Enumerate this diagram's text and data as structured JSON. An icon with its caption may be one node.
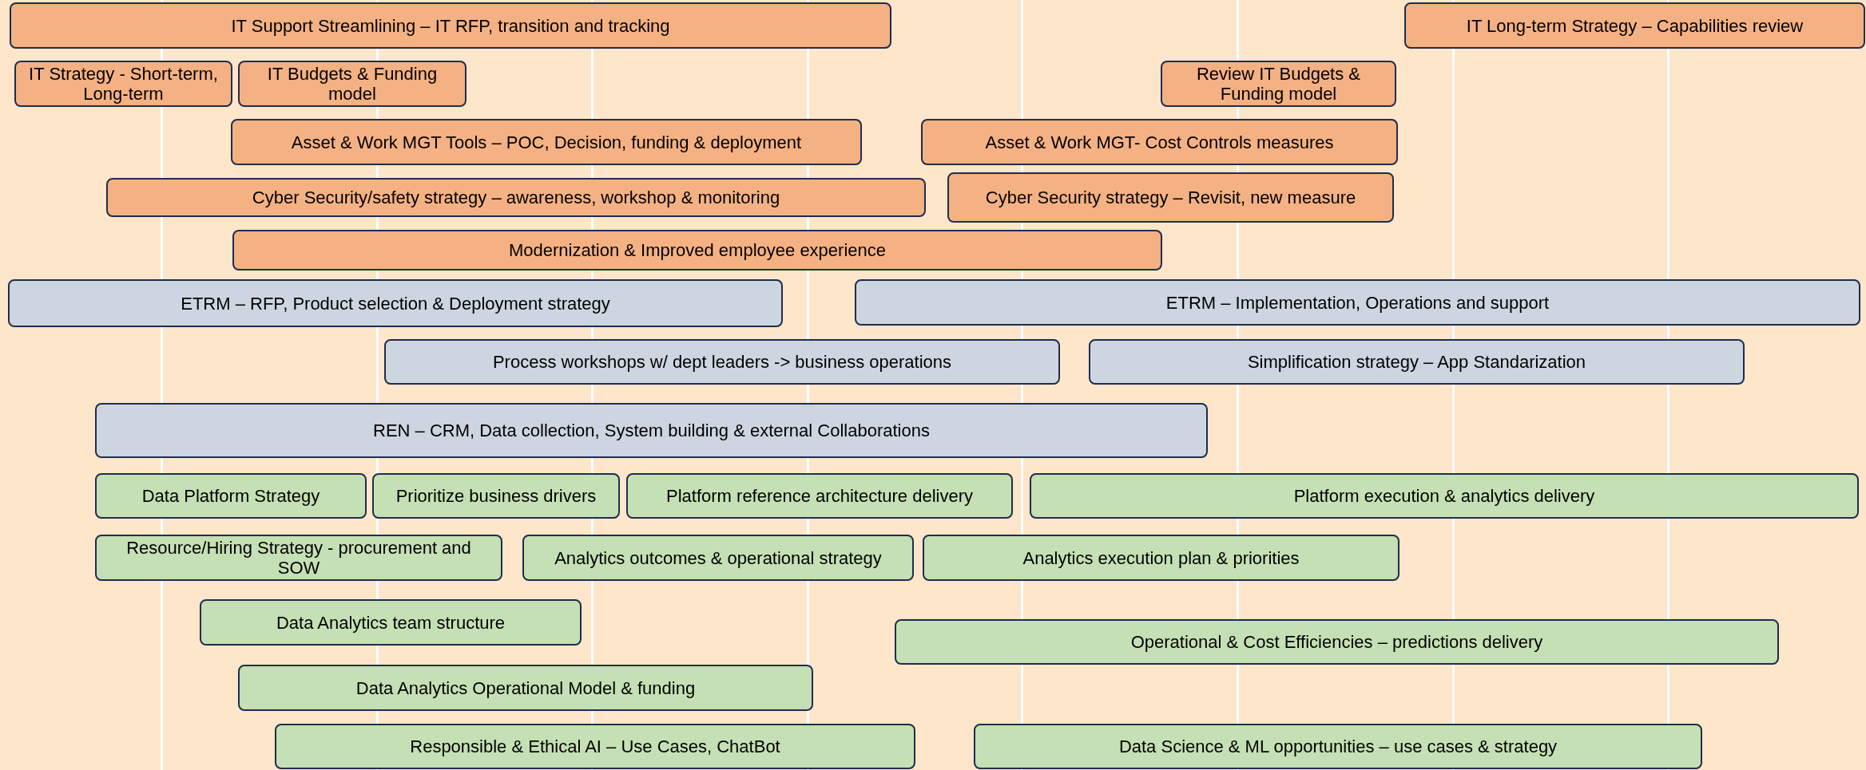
{
  "diagram": {
    "nodes": [
      {
        "text": [
          "IT Support Streamlining – IT RFP, transition and tracking"
        ]
      },
      {
        "text": [
          "IT Long-term Strategy – Capabilities review"
        ]
      },
      {
        "text": [
          "IT Strategy - Short-term, Long-term"
        ]
      },
      {
        "text": [
          "IT Budgets & Funding model"
        ]
      },
      {
        "text": [
          "Review IT Budgets & Funding model"
        ]
      },
      {
        "text": [
          "Asset & Work MGT Tools – POC, Decision, funding & deployment"
        ]
      },
      {
        "text": [
          "Asset & Work MGT- Cost Controls measures"
        ]
      },
      {
        "text": [
          "Cyber Security/safety strategy – awareness, workshop & monitoring"
        ]
      },
      {
        "text": [
          "Cyber Security strategy – Revisit, new measure"
        ]
      },
      {
        "text": [
          "Modernization & Improved employee experience"
        ]
      },
      {
        "text": [
          "ETRM – RFP, Product selection & Deployment strategy"
        ]
      },
      {
        "text": [
          "ETRM – Implementation, Operations and support"
        ]
      },
      {
        "text": [
          "Process workshops w/ dept leaders -> business operations"
        ]
      },
      {
        "text": [
          "Simplification strategy – App Standarization"
        ]
      },
      {
        "text": [
          "REN – CRM, Data collection, System building & external Collaborations"
        ]
      },
      {
        "text": [
          "Data Platform Strategy"
        ]
      },
      {
        "text": [
          "Prioritize business drivers"
        ]
      },
      {
        "text": [
          "Platform reference architecture delivery"
        ]
      },
      {
        "text": [
          "Platform execution & analytics delivery"
        ]
      },
      {
        "text": [
          "Resource/Hiring Strategy - procurement and SOW"
        ]
      },
      {
        "text": [
          "Analytics outcomes & operational strategy"
        ]
      },
      {
        "text": [
          "Analytics execution plan & priorities"
        ]
      },
      {
        "text": [
          "Data Analytics team structure"
        ]
      },
      {
        "text": [
          "Operational & Cost Efficiencies – predictions delivery"
        ]
      },
      {
        "text": [
          "Data Analytics Operational Model & funding"
        ]
      },
      {
        "text": [
          "Responsible & Ethical AI – Use Cases, ChatBot"
        ]
      },
      {
        "text": [
          "Data Science & ML opportunities – use cases & strategy"
        ]
      }
    ]
  }
}
